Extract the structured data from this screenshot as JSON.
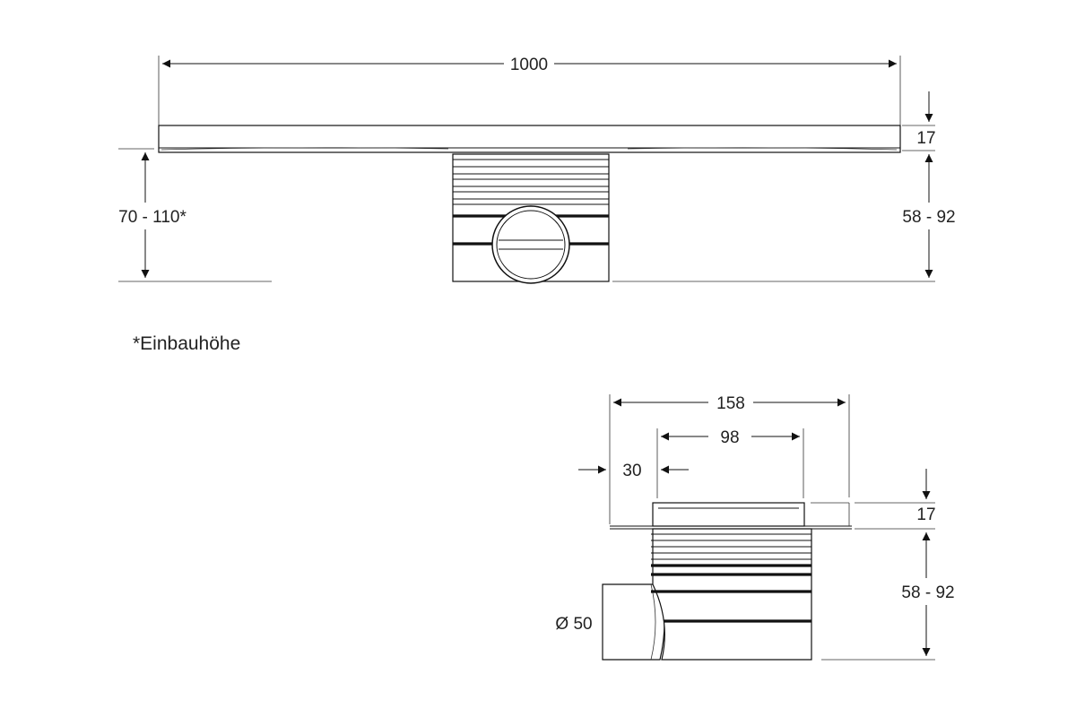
{
  "drawing": {
    "front_view": {
      "length": "1000",
      "grate_height": "17",
      "install_height": "70 - 110*",
      "body_height": "58 - 92"
    },
    "note": "*Einbauhöhe",
    "side_view": {
      "width_total": "158",
      "width_inner": "98",
      "offset": "30",
      "grate_height": "17",
      "body_height": "58 - 92",
      "outlet_diameter": "Ø 50"
    },
    "colors": {
      "line": "#111111",
      "background": "#ffffff"
    }
  }
}
